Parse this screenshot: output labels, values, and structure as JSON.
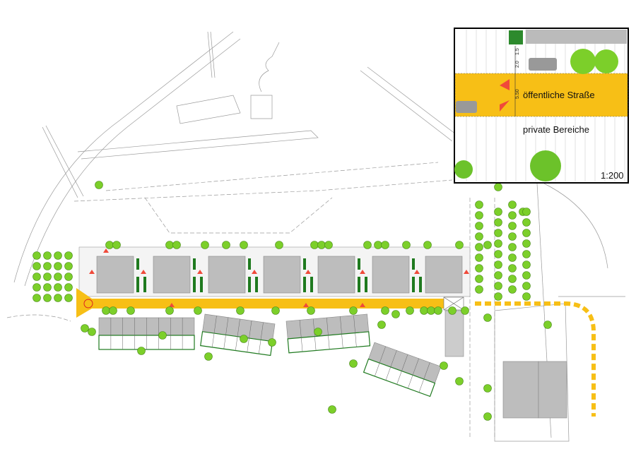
{
  "inset": {
    "street_label": "öffentliche Straße",
    "private_label": "private Bereiche",
    "scale": "1:200",
    "dim_sidewalk": "1.5",
    "dim_parking": "2.0",
    "dim_road": "5.50"
  },
  "colors": {
    "road": "#f7bf16",
    "building": "#bdbdbd",
    "tree": "#7ccf2a",
    "hedge": "#1f7a1f",
    "marker": "#f04a3a"
  }
}
